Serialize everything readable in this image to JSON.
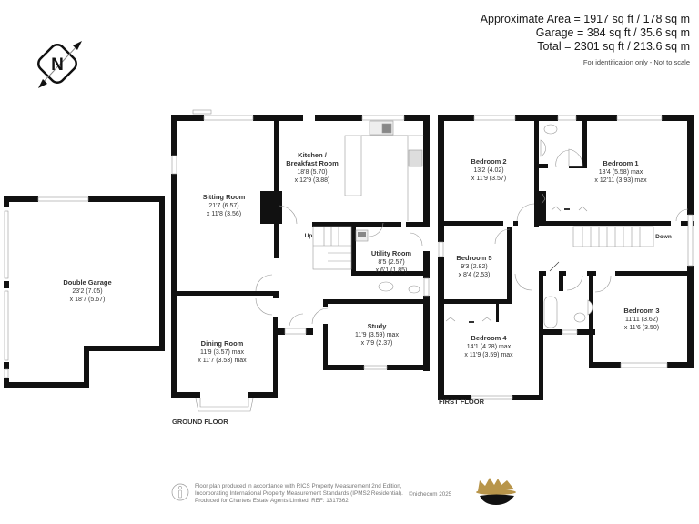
{
  "header": {
    "approx_area": "Approximate Area = 1917 sq ft / 178 sq m",
    "garage": "Garage = 384 sq ft / 35.6 sq m",
    "total": "Total = 2301 sq ft / 213.6 sq m",
    "note": "For identification only - Not to scale"
  },
  "compass": {
    "icon": "north-arrow-icon",
    "letter": "N"
  },
  "ground_floor": {
    "label": "GROUND FLOOR",
    "rooms": [
      {
        "name": "Double Garage",
        "dim1": "23'2 (7.05)",
        "dim2": "x 18'7 (5.67)"
      },
      {
        "name": "Sitting Room",
        "dim1": "21'7 (6.57)",
        "dim2": "x 11'8 (3.56)"
      },
      {
        "name": "Kitchen /",
        "name2": "Breakfast Room",
        "dim1": "18'8 (5.70)",
        "dim2": "x 12'9 (3.88)"
      },
      {
        "name": "Utility Room",
        "dim1": "8'5 (2.57)",
        "dim2": "x 6'1 (1.85)"
      },
      {
        "name": "Dining Room",
        "dim1": "11'9 (3.57) max",
        "dim2": "x 11'7 (3.53) max"
      },
      {
        "name": "Study",
        "dim1": "11'9 (3.59) max",
        "dim2": "x 7'9 (2.37)"
      }
    ],
    "stairs_label": "Up"
  },
  "first_floor": {
    "label": "FIRST FLOOR",
    "rooms": [
      {
        "name": "Bedroom 2",
        "dim1": "13'2 (4.02)",
        "dim2": "x 11'9 (3.57)"
      },
      {
        "name": "Bedroom 1",
        "dim1": "18'4 (5.58) max",
        "dim2": "x 12'11 (3.93) max"
      },
      {
        "name": "Bedroom 5",
        "dim1": "9'3 (2.82)",
        "dim2": "x 8'4 (2.53)"
      },
      {
        "name": "Bedroom 3",
        "dim1": "11'11 (3.62)",
        "dim2": "x 11'6 (3.50)"
      },
      {
        "name": "Bedroom 4",
        "dim1": "14'1 (4.28) max",
        "dim2": "x 11'9 (3.59) max"
      }
    ],
    "stairs_label": "Down"
  },
  "footer": {
    "line1": "Floor plan produced in accordance with RICS Property Measurement 2nd Edition,",
    "line2": "Incorporating International Property Measurement Standards (IPMS2 Residential).",
    "line3": "Produced for Charters Estate Agents Limited.   REF: 1317362",
    "copyright": "©nichecom 2025",
    "logo_colors": {
      "crown": "#b8954a",
      "base": "#111111"
    }
  }
}
